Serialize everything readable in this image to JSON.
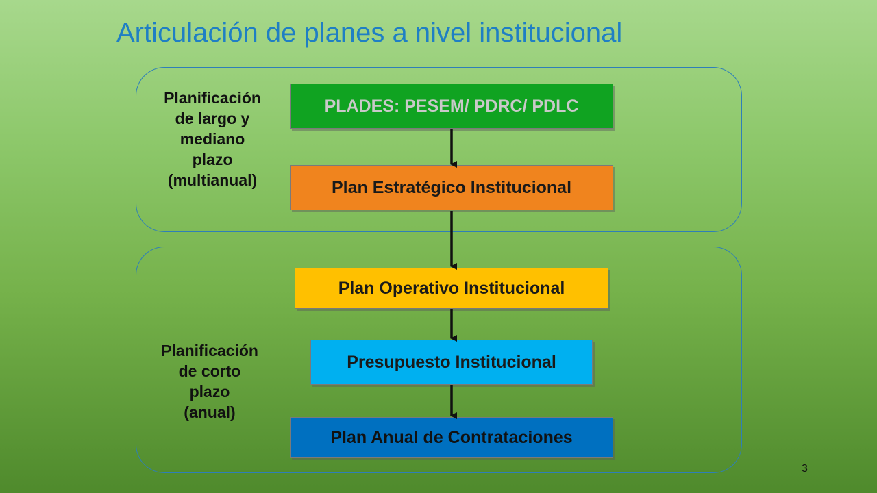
{
  "title": "Articulación de planes a nivel institucional",
  "groups": {
    "long_term": {
      "label": [
        "Planificación",
        "de largo y",
        "mediano",
        "plazo",
        "(multianual)"
      ]
    },
    "short_term": {
      "label": [
        "Planificación",
        "de corto",
        "plazo",
        "(anual)"
      ]
    }
  },
  "boxes": {
    "plades": {
      "label": "PLADES: PESEM/ PDRC/ PDLC",
      "color": "#10a321",
      "text_color": "#c9c9c9"
    },
    "pei": {
      "label": "Plan Estratégico Institucional",
      "color": "#f0841e",
      "text_color": "#1a1a1a"
    },
    "poi": {
      "label": "Plan Operativo Institucional",
      "color": "#ffc000",
      "text_color": "#1a1a1a"
    },
    "presupuesto": {
      "label": "Presupuesto Institucional",
      "color": "#00b0f0",
      "text_color": "#1a1a1a"
    },
    "pac": {
      "label": "Plan Anual de Contrataciones",
      "color": "#0070c0",
      "text_color": "#111111"
    }
  },
  "page_number": "3"
}
